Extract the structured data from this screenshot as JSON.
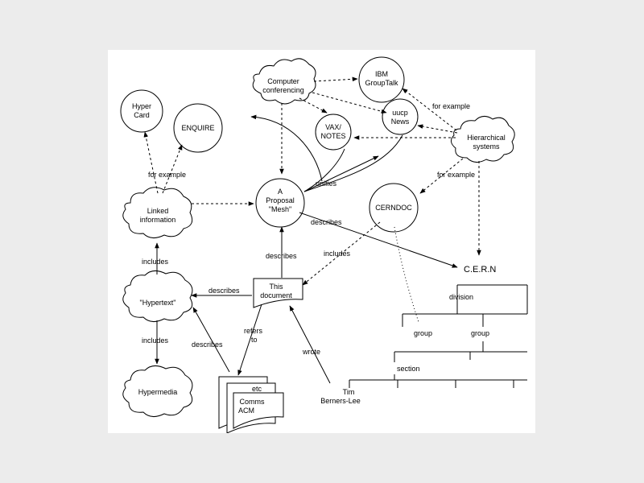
{
  "nodes": {
    "computer_conferencing": [
      "Computer",
      "conferencing"
    ],
    "ibm_grouptalk": [
      "IBM",
      "GroupTalk"
    ],
    "hyper_card": [
      "Hyper",
      "Card"
    ],
    "enquire": [
      "ENQUIRE"
    ],
    "uucp_news": [
      "uucp",
      "News"
    ],
    "vax_notes": [
      "VAX/",
      "NOTES"
    ],
    "hierarchical_systems": [
      "Hierarchical",
      "systems"
    ],
    "linked_information": [
      "Linked",
      "information"
    ],
    "proposal": [
      "A",
      "Proposal",
      "\"Mesh\""
    ],
    "cerndoc": [
      "CERNDOC"
    ],
    "this_document": [
      "This",
      "document"
    ],
    "hypertext": [
      "\"Hypertext\""
    ],
    "hypermedia": [
      "Hypermedia"
    ],
    "tim": [
      "Tim",
      "Berners-Lee"
    ],
    "docs_etc": [
      "etc"
    ],
    "docs_comms": [
      "Comms",
      "ACM"
    ]
  },
  "edges": {
    "for_example_1": "for example",
    "for_example_2": "for example",
    "for_example_3": "for example",
    "unifies": "unifies",
    "describes_1": "describes",
    "describes_2": "describes",
    "describes_3": "describes",
    "describes_4": "describes",
    "includes_1": "includes",
    "includes_2": "includes",
    "includes_3": "includes",
    "refers_to": [
      "refers",
      "to"
    ],
    "wrote": "wrote"
  },
  "org": {
    "cern": "C.E.R.N",
    "division": "division",
    "group_1": "group",
    "group_2": "group",
    "section": "section"
  }
}
